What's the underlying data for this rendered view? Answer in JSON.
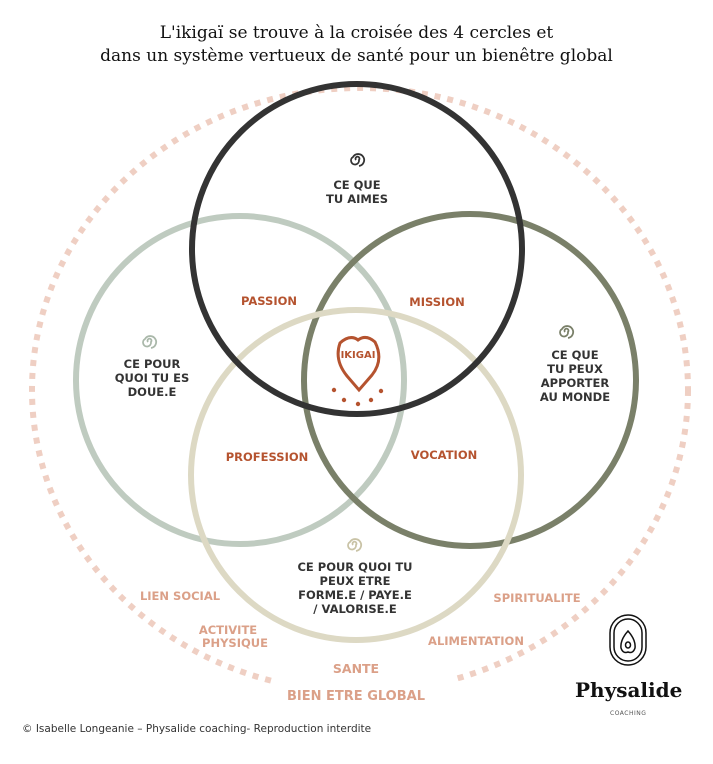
{
  "title": {
    "line1": "L'ikigaï se trouve à la croisée des 4 cercles et",
    "line2": "dans un système vertueux de santé pour un bienêtre global"
  },
  "circles": {
    "love": {
      "line1": "CE QUE",
      "line2": "TU AIMES",
      "color": "#333333"
    },
    "good": {
      "line1": "CE POUR",
      "line2": "QUOI TU ES",
      "line3": "DOUE.E",
      "color": "#bfcbc0"
    },
    "world": {
      "line1": "CE QUE",
      "line2": "TU PEUX",
      "line3": "APPORTER",
      "line4": "AU MONDE",
      "color": "#7a8069"
    },
    "paid": {
      "line1": "CE POUR QUOI TU",
      "line2": "PEUX ETRE",
      "line3": "FORME.E / PAYE.E",
      "line4": "/ VALORISE.E",
      "color": "#ddd9c4"
    }
  },
  "intersections": {
    "passion": "PASSION",
    "mission": "MISSION",
    "profession": "PROFESSION",
    "vocation": "VOCATION",
    "center": "IKIGAI"
  },
  "health": {
    "lien": "LIEN SOCIAL",
    "activite1": "ACTIVITE",
    "activite2": "PHYSIQUE",
    "sante": "SANTE",
    "alimentation": "ALIMENTATION",
    "spiritualite": "SPIRITUALITE",
    "global": "BIEN ETRE GLOBAL"
  },
  "colors": {
    "accent": "#b5532f",
    "health": "#dba088",
    "dots": "#efcfc3"
  },
  "logo": {
    "name": "Physalide",
    "sub": "COACHING"
  },
  "copyright": "© Isabelle Longeanie – Physalide coaching- Reproduction interdite"
}
